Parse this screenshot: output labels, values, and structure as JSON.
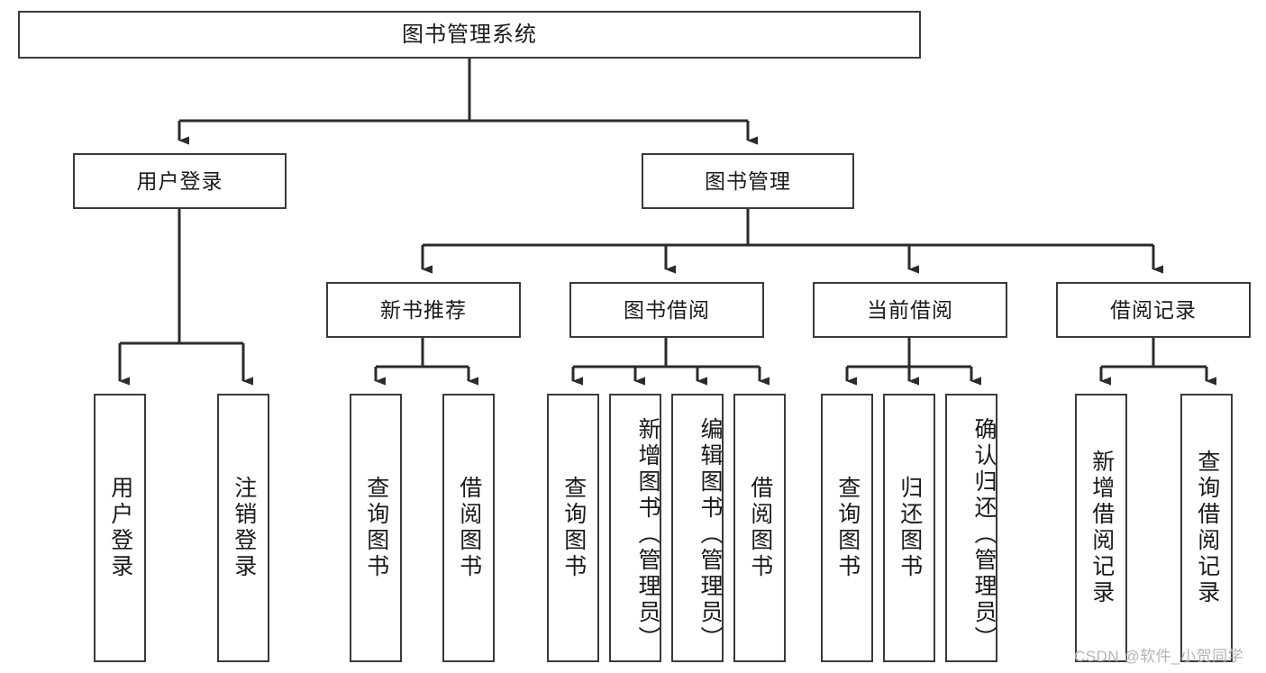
{
  "diagram": {
    "title": "图书管理系统",
    "type": "tree-hierarchy",
    "orientation": "top-down",
    "colors": {
      "box_border": "#3a3a3a",
      "box_fill": "#ffffff",
      "edge": "#2b2b2b",
      "text": "#1a1a1a",
      "watermark": "#b4b4b4",
      "background": "#ffffff"
    },
    "nodes": {
      "root": {
        "label": "图书管理系统"
      },
      "level2": [
        {
          "label": "用户登录"
        },
        {
          "label": "图书管理"
        }
      ],
      "level3": [
        {
          "label": "新书推荐"
        },
        {
          "label": "图书借阅"
        },
        {
          "label": "当前借阅"
        },
        {
          "label": "借阅记录"
        }
      ],
      "leaves": {
        "user_login": [
          {
            "label": "用户登录"
          },
          {
            "label": "注销登录"
          }
        ],
        "new_book": [
          {
            "label": "查询图书"
          },
          {
            "label": "借阅图书"
          }
        ],
        "book_borrow": [
          {
            "label": "查询图书"
          },
          {
            "label": "新增图书（管理员）"
          },
          {
            "label": "编辑图书（管理员）"
          },
          {
            "label": "借阅图书"
          }
        ],
        "current_borrow": [
          {
            "label": "查询图书"
          },
          {
            "label": "归还图书"
          },
          {
            "label": "确认归还（管理员）"
          }
        ],
        "borrow_record": [
          {
            "label": "新增借阅记录"
          },
          {
            "label": "查询借阅记录"
          }
        ]
      }
    },
    "watermark": "CSDN @软件_小贺同学"
  }
}
